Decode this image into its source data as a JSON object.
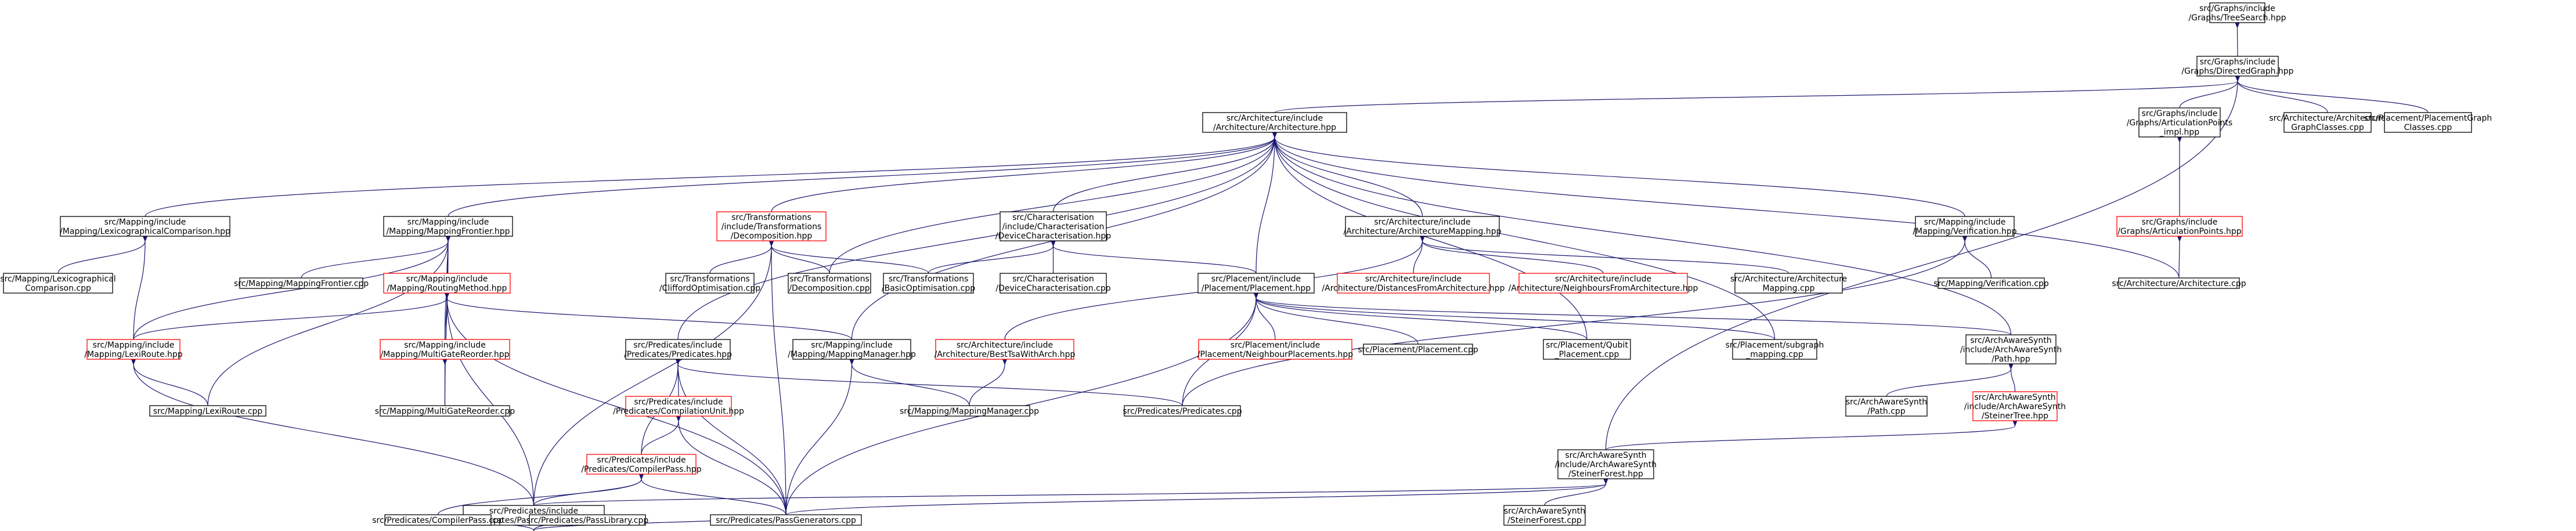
{
  "colors": {
    "edge": "#191970",
    "border_normal": "#000000",
    "border_truncated": "#ff0000",
    "root_fill": "#bfbfbf",
    "node_fill": "#ffffff"
  },
  "nodes": [
    {
      "id": "n0",
      "lines": [
        "src/Graphs/include",
        "/Graphs/TreeSearch.hpp"
      ],
      "kind": "root"
    },
    {
      "id": "n1",
      "lines": [
        "src/Graphs/include",
        "/Graphs/DirectedGraph.hpp"
      ],
      "kind": "normal"
    },
    {
      "id": "n2",
      "lines": [
        "src/Architecture/include",
        "/Architecture/Architecture.hpp"
      ],
      "kind": "normal"
    },
    {
      "id": "n3",
      "lines": [
        "src/Graphs/include",
        "/Graphs/ArticulationPoints",
        "_impl.hpp"
      ],
      "kind": "normal"
    },
    {
      "id": "n4",
      "lines": [
        "src/Architecture/Architecture",
        "GraphClasses.cpp"
      ],
      "kind": "normal"
    },
    {
      "id": "n5",
      "lines": [
        "src/Placement/PlacementGraph",
        "Classes.cpp"
      ],
      "kind": "normal"
    },
    {
      "id": "n6",
      "lines": [
        "src/Mapping/include",
        "/Mapping/LexicographicalComparison.hpp"
      ],
      "kind": "normal"
    },
    {
      "id": "n7",
      "lines": [
        "src/Mapping/include",
        "/Mapping/MappingFrontier.hpp"
      ],
      "kind": "normal"
    },
    {
      "id": "n8",
      "lines": [
        "src/Transformations",
        "/include/Transformations",
        "/Decomposition.hpp"
      ],
      "kind": "truncated"
    },
    {
      "id": "n9",
      "lines": [
        "src/Characterisation",
        "/include/Characterisation",
        "/DeviceCharacterisation.hpp"
      ],
      "kind": "normal"
    },
    {
      "id": "n10",
      "lines": [
        "src/Architecture/include",
        "/Architecture/ArchitectureMapping.hpp"
      ],
      "kind": "normal"
    },
    {
      "id": "n11",
      "lines": [
        "src/Mapping/include",
        "/Mapping/Verification.hpp"
      ],
      "kind": "normal"
    },
    {
      "id": "n12",
      "lines": [
        "src/Graphs/include",
        "/Graphs/ArticulationPoints.hpp"
      ],
      "kind": "truncated"
    },
    {
      "id": "n13",
      "lines": [
        "src/Mapping/Lexicographical",
        "Comparison.cpp"
      ],
      "kind": "normal"
    },
    {
      "id": "n14",
      "lines": [
        "src/Mapping/MappingFrontier.cpp"
      ],
      "kind": "normal"
    },
    {
      "id": "n15",
      "lines": [
        "src/Mapping/include",
        "/Mapping/RoutingMethod.hpp"
      ],
      "kind": "truncated"
    },
    {
      "id": "n16",
      "lines": [
        "src/Transformations",
        "/CliffordOptimisation.cpp"
      ],
      "kind": "normal"
    },
    {
      "id": "n17",
      "lines": [
        "src/Transformations",
        "/Decomposition.cpp"
      ],
      "kind": "normal"
    },
    {
      "id": "n18",
      "lines": [
        "src/Transformations",
        "/BasicOptimisation.cpp"
      ],
      "kind": "normal"
    },
    {
      "id": "n19",
      "lines": [
        "src/Characterisation",
        "/DeviceCharacterisation.cpp"
      ],
      "kind": "normal"
    },
    {
      "id": "n20",
      "lines": [
        "src/Placement/include",
        "/Placement/Placement.hpp"
      ],
      "kind": "normal"
    },
    {
      "id": "n21",
      "lines": [
        "src/Architecture/include",
        "/Architecture/DistancesFromArchitecture.hpp"
      ],
      "kind": "truncated"
    },
    {
      "id": "n22",
      "lines": [
        "src/Architecture/include",
        "/Architecture/NeighboursFromArchitecture.hpp"
      ],
      "kind": "truncated"
    },
    {
      "id": "n23",
      "lines": [
        "src/Architecture/Architecture",
        "Mapping.cpp"
      ],
      "kind": "normal"
    },
    {
      "id": "n24",
      "lines": [
        "src/Mapping/Verification.cpp"
      ],
      "kind": "normal"
    },
    {
      "id": "n25",
      "lines": [
        "src/Architecture/Architecture.cpp"
      ],
      "kind": "normal"
    },
    {
      "id": "n26",
      "lines": [
        "src/Mapping/include",
        "/Mapping/LexiRoute.hpp"
      ],
      "kind": "truncated"
    },
    {
      "id": "n27",
      "lines": [
        "src/Mapping/include",
        "/Mapping/MultiGateReorder.hpp"
      ],
      "kind": "truncated"
    },
    {
      "id": "n28",
      "lines": [
        "src/Predicates/include",
        "/Predicates/Predicates.hpp"
      ],
      "kind": "normal"
    },
    {
      "id": "n29",
      "lines": [
        "src/Mapping/include",
        "/Mapping/MappingManager.hpp"
      ],
      "kind": "normal"
    },
    {
      "id": "n30",
      "lines": [
        "src/Architecture/include",
        "/Architecture/BestTsaWithArch.hpp"
      ],
      "kind": "truncated"
    },
    {
      "id": "n31",
      "lines": [
        "src/Placement/include",
        "/Placement/NeighbourPlacements.hpp"
      ],
      "kind": "truncated"
    },
    {
      "id": "n32",
      "lines": [
        "src/Placement/Placement.cpp"
      ],
      "kind": "normal"
    },
    {
      "id": "n33",
      "lines": [
        "src/Placement/Qubit",
        "_Placement.cpp"
      ],
      "kind": "normal"
    },
    {
      "id": "n34",
      "lines": [
        "src/Placement/subgraph",
        "_mapping.cpp"
      ],
      "kind": "normal"
    },
    {
      "id": "n35",
      "lines": [
        "src/ArchAwareSynth",
        "/include/ArchAwareSynth",
        "/Path.hpp"
      ],
      "kind": "normal"
    },
    {
      "id": "n36",
      "lines": [
        "src/Mapping/LexiRoute.cpp"
      ],
      "kind": "normal"
    },
    {
      "id": "n37",
      "lines": [
        "src/Mapping/MultiGateReorder.cpp"
      ],
      "kind": "normal"
    },
    {
      "id": "n38",
      "lines": [
        "src/Predicates/include",
        "/Predicates/CompilationUnit.hpp"
      ],
      "kind": "truncated"
    },
    {
      "id": "n39",
      "lines": [
        "src/Mapping/MappingManager.cpp"
      ],
      "kind": "normal"
    },
    {
      "id": "n40",
      "lines": [
        "src/Predicates/Predicates.cpp"
      ],
      "kind": "normal"
    },
    {
      "id": "n41",
      "lines": [
        "src/ArchAwareSynth",
        "/Path.cpp"
      ],
      "kind": "normal"
    },
    {
      "id": "n42",
      "lines": [
        "src/ArchAwareSynth",
        "/include/ArchAwareSynth",
        "/SteinerTree.hpp"
      ],
      "kind": "truncated"
    },
    {
      "id": "n43",
      "lines": [
        "src/Predicates/include",
        "/Predicates/CompilerPass.hpp"
      ],
      "kind": "truncated"
    },
    {
      "id": "n44",
      "lines": [
        "src/ArchAwareSynth",
        "/include/ArchAwareSynth",
        "/SteinerForest.hpp"
      ],
      "kind": "normal"
    },
    {
      "id": "n45",
      "lines": [
        "src/Predicates/include",
        "/Predicates/PassGenerators.hpp"
      ],
      "kind": "normal"
    },
    {
      "id": "n46",
      "lines": [
        "src/ArchAwareSynth",
        "/SteinerForest.cpp"
      ],
      "kind": "normal"
    },
    {
      "id": "n47",
      "lines": [
        "src/Predicates/CompilerPass.cpp"
      ],
      "kind": "normal"
    },
    {
      "id": "n48",
      "lines": [
        "src/Predicates/PassLibrary.cpp"
      ],
      "kind": "normal"
    },
    {
      "id": "n49",
      "lines": [
        "src/Predicates/PassGenerators.cpp"
      ],
      "kind": "normal"
    }
  ]
}
